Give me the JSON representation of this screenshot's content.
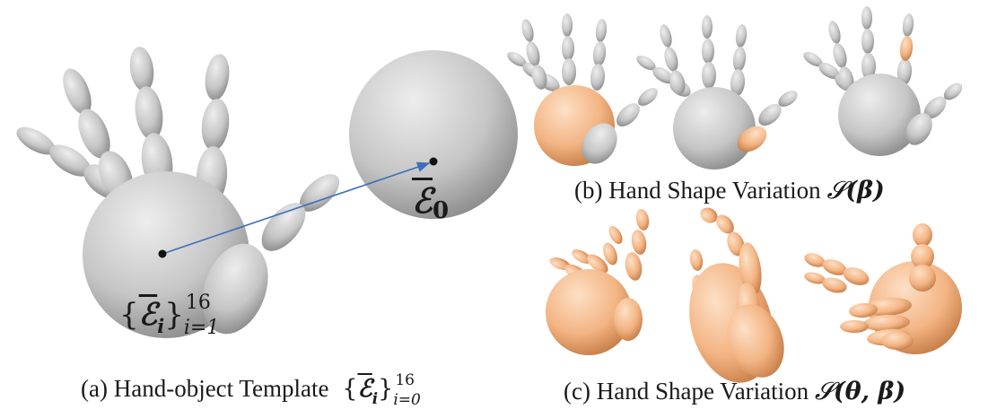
{
  "template_label": {
    "open": "{",
    "symbol": "ℰ",
    "index": "i",
    "close": "}",
    "lower": "i=1",
    "upper": "16"
  },
  "object_label": {
    "symbol": "ℰ",
    "index": "0"
  },
  "captions": {
    "a": {
      "prefix": "(a) Hand-object Template",
      "open": "{",
      "symbol": "ℰ",
      "index": "i",
      "close": "}",
      "lower": "i=0",
      "upper": "16"
    },
    "b": {
      "prefix": "(b) Hand Shape Variation",
      "func": "𝓢",
      "args": "(β)"
    },
    "c": {
      "prefix": "(c) Hand Shape Variation",
      "func": "𝓢",
      "args": "(θ, β)"
    }
  },
  "colors": {
    "gray": "#c9c9c9",
    "gray_dark": "#8e8e8e",
    "orange": "#f4b98a",
    "orange_dark": "#c98350",
    "arrow": "#3d6fb8"
  }
}
